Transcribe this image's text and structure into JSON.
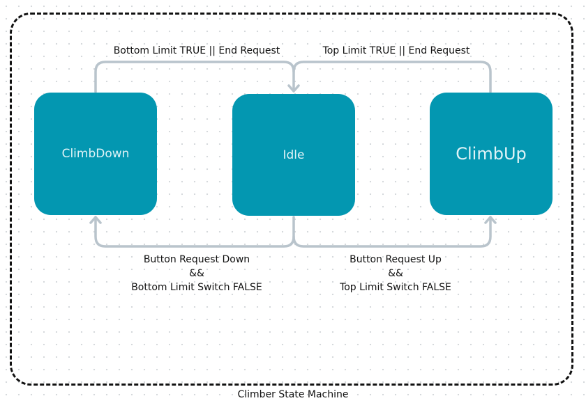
{
  "diagram": {
    "caption": "Climber State Machine",
    "states": {
      "climb_down": "ClimbDown",
      "idle": "Idle",
      "climb_up": "ClimbUp"
    },
    "transitions": {
      "down_to_idle": "Bottom Limit TRUE || End Request",
      "up_to_idle": "Top Limit TRUE || End Request",
      "idle_to_down": [
        "Button Request Down",
        "&&",
        "Bottom Limit Switch FALSE"
      ],
      "idle_to_up": [
        "Button Request Up",
        "&&",
        "Top Limit Switch FALSE"
      ]
    },
    "colors": {
      "state_fill": "#0397b1",
      "state_text": "#dff3f7",
      "connector": "#b9c4cc",
      "frame": "#111111"
    }
  }
}
